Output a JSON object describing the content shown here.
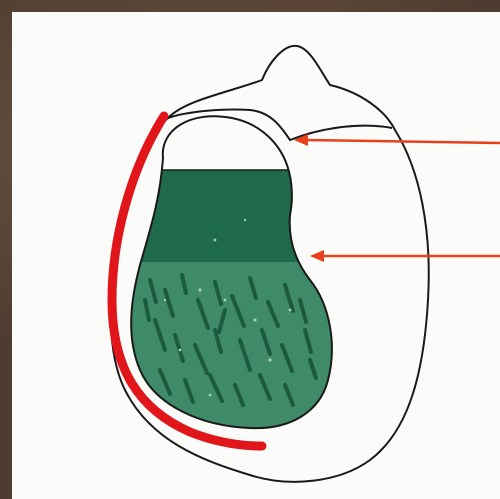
{
  "diagram": {
    "colors": {
      "outline": "#1a1a1a",
      "fill_dark": "#1f6a4a",
      "fill_mottled": "#3f8a68",
      "fill_mottle_marks": "#1b5a3e",
      "highlight_band": "#e0161a",
      "arrow": "#e8411a",
      "paper": "#fbfbf9",
      "border": "#4d3c30"
    },
    "arrows": [
      {
        "name": "upper-arrow",
        "points_to": "inner-chamber-notch"
      },
      {
        "name": "lower-arrow",
        "points_to": "inner-chamber-bulge"
      }
    ]
  }
}
